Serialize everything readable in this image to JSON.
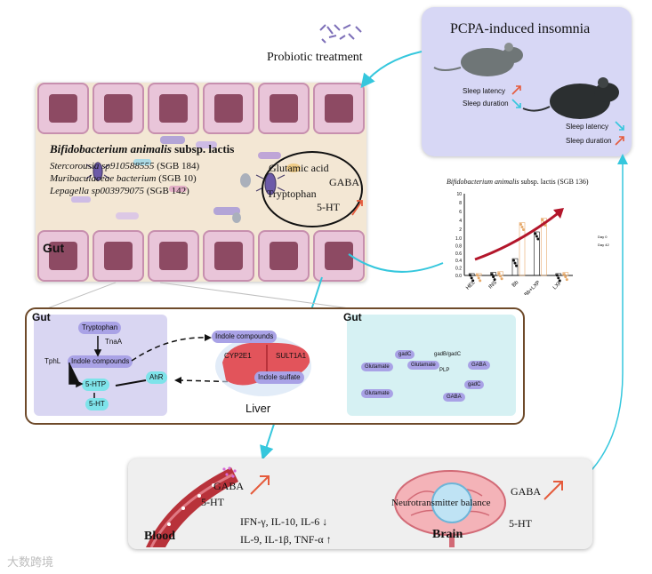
{
  "treatment": {
    "label": "Probiotic treatment"
  },
  "insomnia_panel": {
    "title": "PCPA-induced insomnia",
    "rows": [
      {
        "text": "Sleep latency",
        "arrow": "up"
      },
      {
        "text": "Sleep duration",
        "arrow": "down"
      },
      {
        "text": "Sleep latency",
        "arrow": "down"
      },
      {
        "text": "Sleep duration",
        "arrow": "up"
      }
    ]
  },
  "gut_panel": {
    "label": "Gut",
    "species_title_italic": "Bifidobacterium animalis",
    "species_title_rest": " subsp. lactis",
    "species": [
      {
        "name": "Stercorousia sp910588555",
        "sgb": "(SGB 184)"
      },
      {
        "name": "Muribaculaceae bacterium",
        "sgb": "(SGB 10)"
      },
      {
        "name": "Lepagella sp003979075",
        "sgb": "(SGB 142)"
      }
    ],
    "metabolites": [
      "Glutamic acid",
      "GABA",
      "Tryptophan",
      "5-HT"
    ]
  },
  "chart_data": {
    "type": "scatter",
    "title_italic": "Bifidobacterium animalis",
    "title_rest": " subsp. lactis (SGB 136)",
    "categories": [
      "HEL",
      "INS",
      "Bb",
      "Bb+LXP",
      "LXP"
    ],
    "yticks_upper": [
      "10",
      "8",
      "6",
      "4",
      "2"
    ],
    "yticks_lower": [
      "1.0",
      "0.8",
      "0.6",
      "0.4",
      "0.2",
      "0.0"
    ],
    "legend": [
      "Day 0",
      "Day 42"
    ],
    "series": [
      {
        "name": "Day 0",
        "color": "#111111",
        "values": [
          0.05,
          0.08,
          0.45,
          1.4,
          0.05
        ]
      },
      {
        "name": "Day 42",
        "color": "#e6a96a",
        "values": [
          0.05,
          0.1,
          3.5,
          4.5,
          0.08
        ]
      }
    ]
  },
  "middle_panel": {
    "left_gut_label": "Gut",
    "right_gut_label": "Gut",
    "liver_label": "Liver",
    "left_nodes": [
      "Tryptophan",
      "TnaA",
      "Indole compounds",
      "TphL",
      "5-HTP",
      "5-HT",
      "AhR"
    ],
    "liver_nodes": [
      "Indole compounds",
      "CYP2E1",
      "SULT1A1",
      "Indole sulfate"
    ],
    "right_nodes": [
      "Glutamate",
      "Glutamate",
      "gadB/gadC",
      "PLP",
      "gadC",
      "GABA",
      "Glutamate",
      "GABA",
      "gadC"
    ]
  },
  "bottom_panel": {
    "blood_label": "Blood",
    "brain_label": "Brain",
    "blood_items": [
      "GABA",
      "5-HT"
    ],
    "cytokines_down": "IFN-γ, IL-10, IL-6 ↓",
    "cytokines_up": "IL-9, IL-1β, TNF-α ↑",
    "balance": "Neurotransmitter balance",
    "brain_items": [
      "GABA",
      "5-HT"
    ]
  },
  "watermark": "大数跨境",
  "colors": {
    "cyan_arrow": "#35c7dd",
    "red_arrow": "#e55b3c",
    "chart_arrow": "#b3162b"
  }
}
